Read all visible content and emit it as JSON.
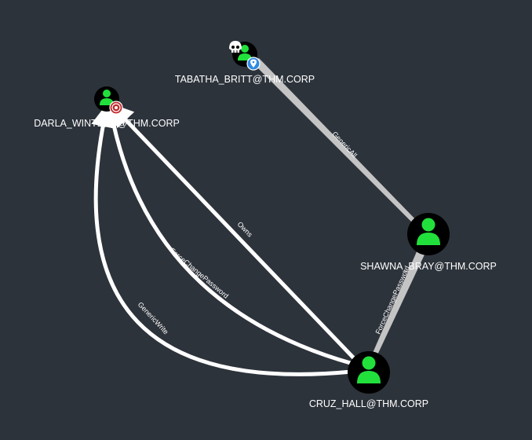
{
  "colors": {
    "background": "#2d333b",
    "node_fill": "#000000",
    "user_icon": "#22e03c",
    "edge_white": "#ffffff",
    "edge_grey": "#c4c4c4",
    "target_badge": "#c0292b",
    "owned_badge": "#2f8ae0"
  },
  "nodes": {
    "darla": {
      "label": "DARLA_WINTERS@THM.CORP",
      "icon": "user-icon",
      "badge": "target-icon"
    },
    "tabatha": {
      "label": "TABATHA_BRITT@THM.CORP",
      "icon": "user-icon",
      "badges": [
        "skull-icon",
        "location-pin-icon"
      ]
    },
    "shawna": {
      "label": "SHAWNA_BRAY@THM.CORP",
      "icon": "user-icon"
    },
    "cruz": {
      "label": "CRUZ_HALL@THM.CORP",
      "icon": "user-icon"
    }
  },
  "edges": {
    "generic_all": {
      "label": "GenericAll",
      "from": "TABATHA_BRITT@THM.CORP",
      "to": "SHAWNA_BRAY@THM.CORP"
    },
    "force_change_shawna": {
      "label": "ForceChangePassword",
      "from": "SHAWNA_BRAY@THM.CORP",
      "to": "CRUZ_HALL@THM.CORP"
    },
    "owns": {
      "label": "Owns",
      "from": "CRUZ_HALL@THM.CORP",
      "to": "DARLA_WINTERS@THM.CORP"
    },
    "force_change_cruz": {
      "label": "ForceChangePassword",
      "from": "CRUZ_HALL@THM.CORP",
      "to": "DARLA_WINTERS@THM.CORP"
    },
    "generic_write": {
      "label": "GenericWrite",
      "from": "CRUZ_HALL@THM.CORP",
      "to": "DARLA_WINTERS@THM.CORP"
    }
  }
}
